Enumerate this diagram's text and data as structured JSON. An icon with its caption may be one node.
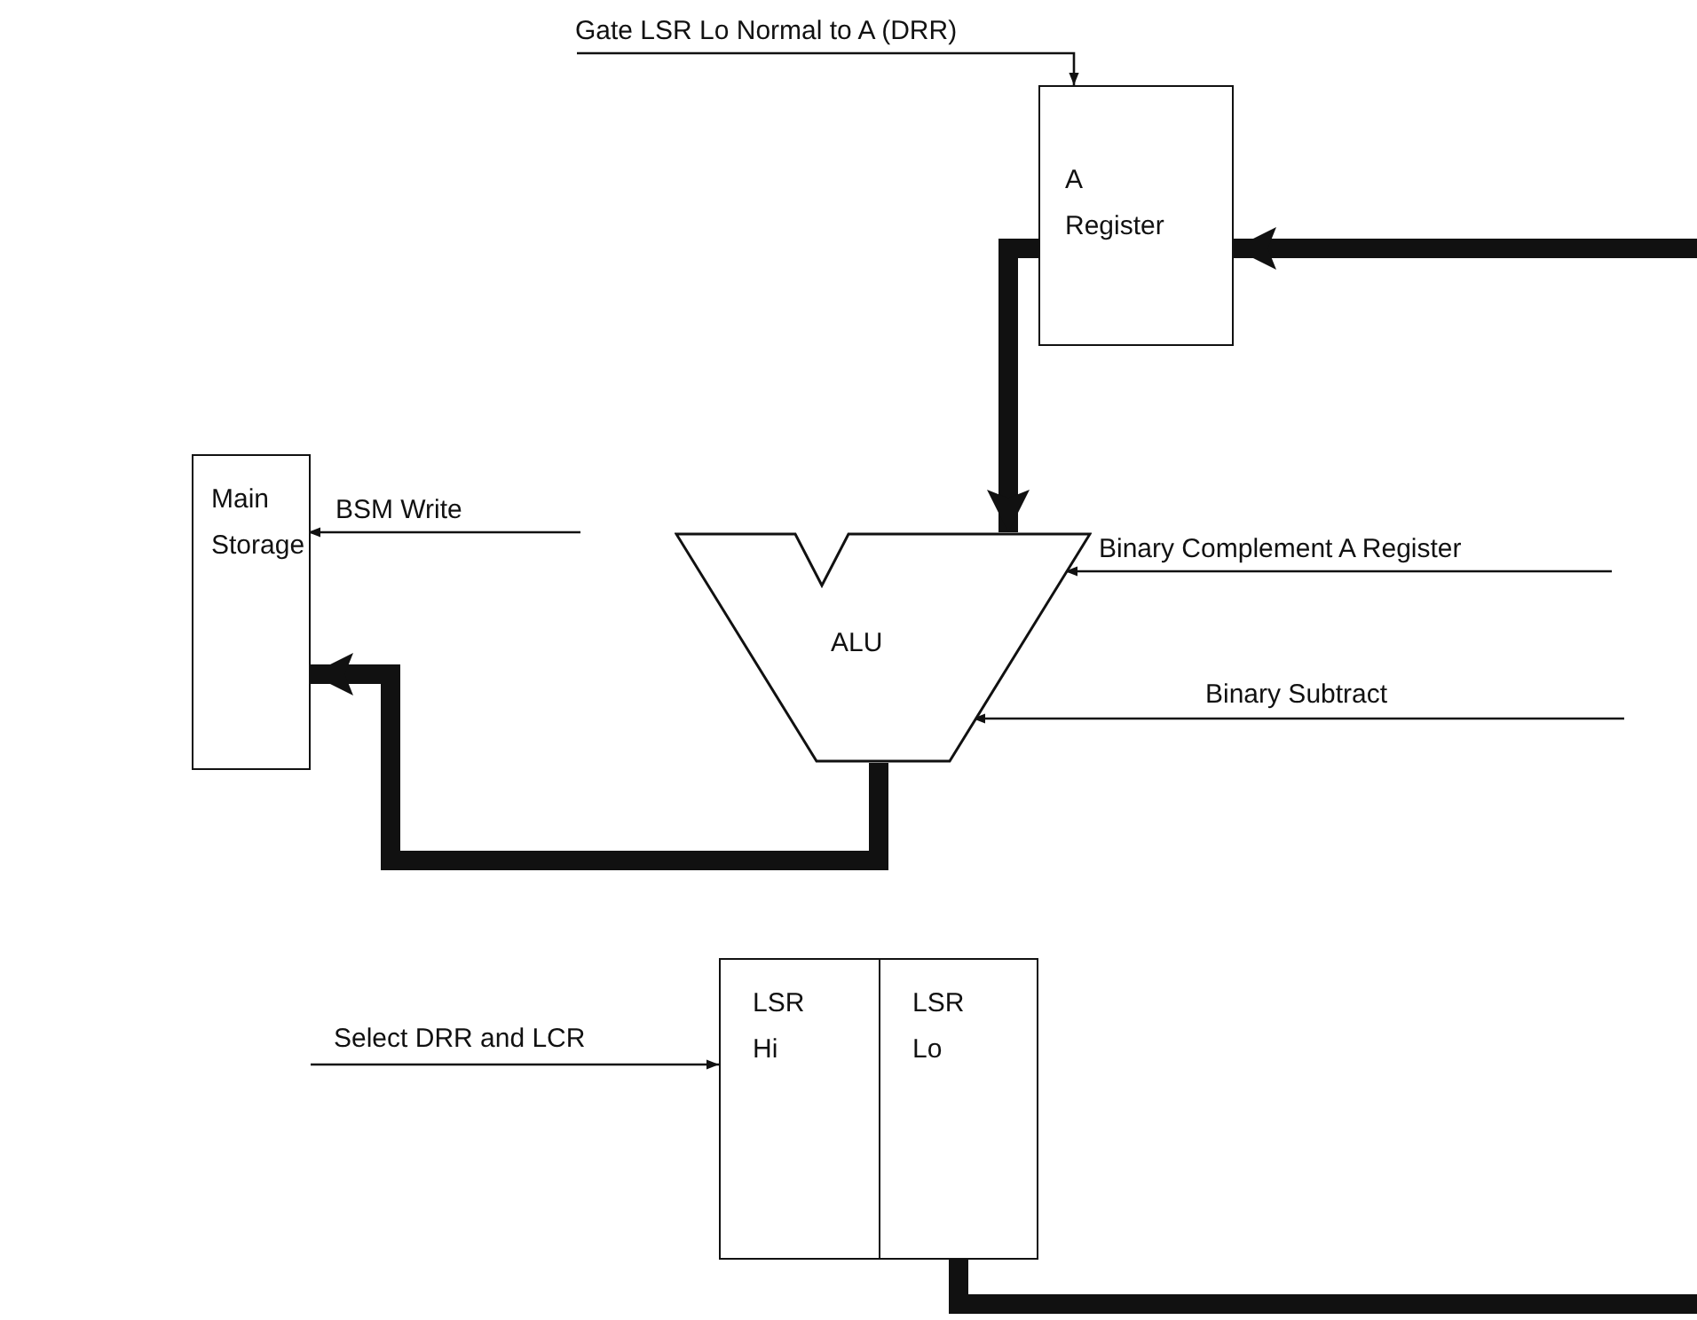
{
  "diagram": {
    "nodes": [
      {
        "text": [
          "A Register"
        ]
      },
      {
        "text": [
          "Main Storage"
        ]
      },
      {
        "text": [
          "ALU"
        ]
      },
      {
        "text": [
          "LSR Hi"
        ]
      },
      {
        "text": [
          "LSR Lo"
        ]
      }
    ],
    "edges": [
      {
        "from": null,
        "to": 0,
        "arrow": "to",
        "label": "Gate LSR Lo Normal to A (DRR)"
      },
      {
        "from": null,
        "to": 0,
        "arrow": "to",
        "style": "thick"
      },
      {
        "from": 0,
        "to": 2,
        "arrow": "to",
        "style": "thick"
      },
      {
        "from": null,
        "to": 1,
        "arrow": "to",
        "label": "BSM Write"
      },
      {
        "from": null,
        "to": 2,
        "arrow": "to",
        "label": "Binary Complement A Register"
      },
      {
        "from": null,
        "to": 2,
        "arrow": "to",
        "label": "Binary Subtract"
      },
      {
        "from": 2,
        "to": 1,
        "arrow": "to",
        "style": "thick"
      },
      {
        "from": null,
        "to": 3,
        "arrow": "to",
        "label": "Select DRR and LCR"
      },
      {
        "from": 4,
        "to": null,
        "arrow": "none",
        "style": "thick"
      }
    ]
  }
}
